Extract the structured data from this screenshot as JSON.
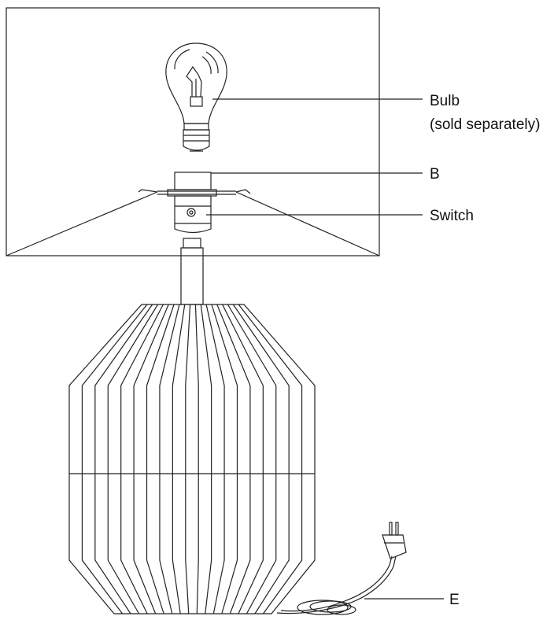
{
  "labels": {
    "bulb": "Bulb",
    "bulb_note": "(sold separately)",
    "b": "B",
    "switch": "Switch",
    "e": "E"
  },
  "colors": {
    "line": "#222222",
    "background": "#ffffff"
  }
}
